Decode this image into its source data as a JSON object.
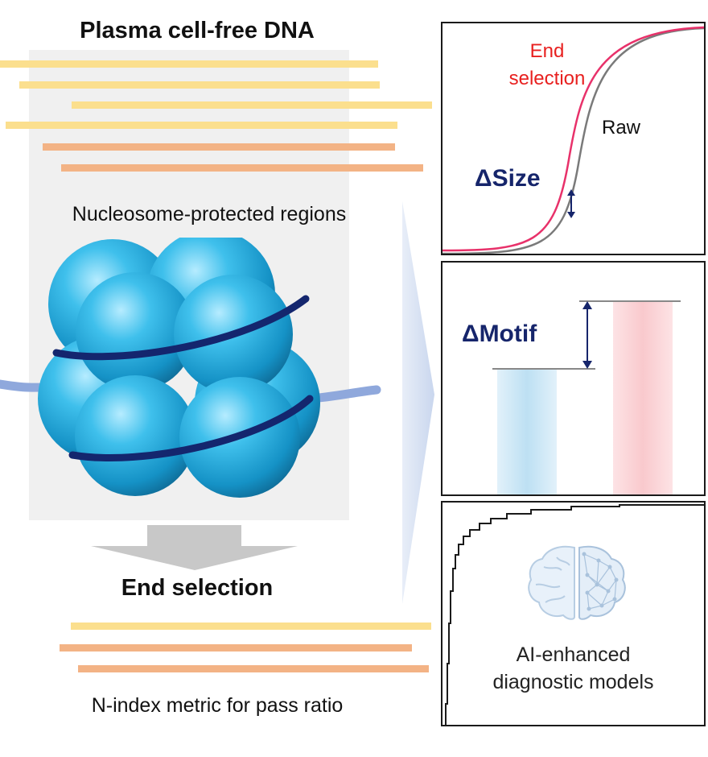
{
  "title": "Plasma cell-free DNA",
  "nucleosome_label": "Nucleosome-protected regions",
  "end_selection_label": "End selection",
  "nindex_label": "N-index metric for pass ratio",
  "panels": {
    "size": {
      "end_selection_label_line1": "End",
      "end_selection_label_line2": "selection",
      "raw_label": "Raw",
      "delta_label": "ΔSize"
    },
    "motif": {
      "delta_label": "ΔMotif"
    },
    "ai": {
      "label_line1": "AI-enhanced",
      "label_line2": "diagnostic models"
    }
  },
  "colors": {
    "fragment_yellow": "#fbdf8e",
    "fragment_orange": "#f3b385",
    "end_selection_curve": "#e8316a",
    "raw_curve": "#7a7a7a",
    "delta_navy": "#16256b",
    "bar_blue": "#bde0f3",
    "bar_pink": "#f9c9cd",
    "nucleosome_cyan": "#22aedd",
    "dna_navy": "#14266e",
    "linker_blue": "#8fa8dc",
    "backdrop_gray": "#f0f0f0",
    "arrow_gray": "#c8c8c8"
  }
}
